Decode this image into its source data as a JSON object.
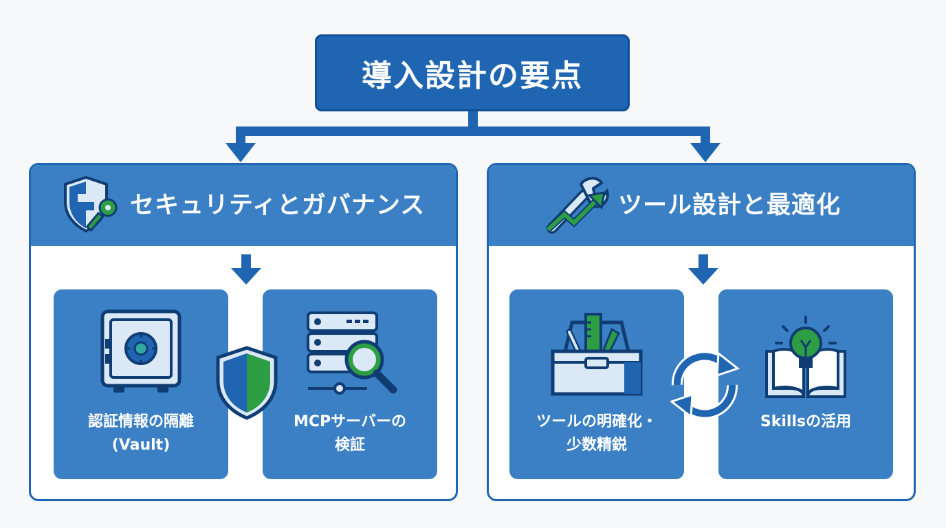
{
  "root": {
    "title": "導入設計の要点"
  },
  "left_panel": {
    "title": "セキュリティとガバナンス",
    "cards": [
      {
        "line1": "認証情報の隔離",
        "line2": "(Vault)"
      },
      {
        "line1": "MCPサーバーの",
        "line2": "検証"
      }
    ]
  },
  "right_panel": {
    "title": "ツール設計と最適化",
    "cards": [
      {
        "line1": "ツールの明確化・",
        "line2": "少数精鋭"
      },
      {
        "line1": "Skillsの活用",
        "line2": ""
      }
    ]
  },
  "colors": {
    "primary": "#1f65b1",
    "panel_header": "#3b7fc4",
    "accent_green": "#2e9e45",
    "icon_fill": "#dbe9f7"
  },
  "icons": [
    "shield-key-icon",
    "wrench-chart-icon",
    "safe-icon",
    "shield-icon",
    "server-search-icon",
    "toolbox-icon",
    "refresh-cycle-icon",
    "book-lightbulb-icon"
  ]
}
